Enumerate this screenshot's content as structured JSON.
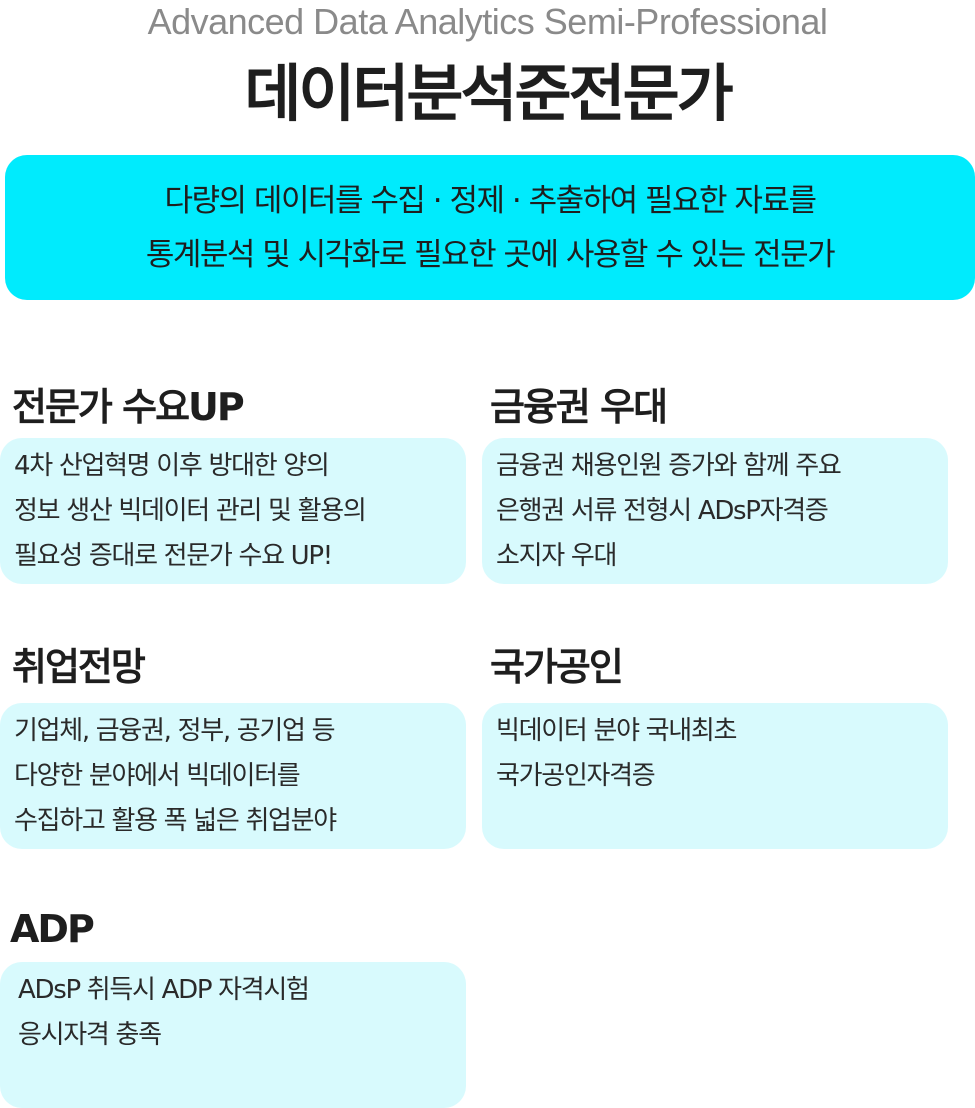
{
  "header": {
    "subtitle": "Advanced Data Analytics Semi-Professional",
    "title": "데이터분석준전문가"
  },
  "banner": {
    "lines": [
      "다량의 데이터를 수집 · 정제 · 추출하여 필요한 자료를",
      "통계분석 및 시각화로 필요한 곳에 사용할 수 있는 전문가"
    ]
  },
  "sections": [
    {
      "heading": "전문가 수요UP",
      "lines": [
        "4차 산업혁명 이후 방대한 양의",
        "정보 생산 빅데이터 관리 및 활용의",
        "필요성 증대로 전문가 수요 UP!"
      ]
    },
    {
      "heading": "금융권 우대",
      "lines": [
        "금융권 채용인원 증가와 함께 주요",
        "은행권 서류 전형시 ADsP자격증",
        "소지자 우대"
      ]
    },
    {
      "heading": "취업전망",
      "lines": [
        "기업체, 금융권, 정부, 공기업 등",
        "다양한 분야에서 빅데이터를",
        "수집하고 활용 폭 넓은 취업분야"
      ]
    },
    {
      "heading": "국가공인",
      "lines": [
        "빅데이터 분야 국내최초",
        "국가공인자격증"
      ]
    },
    {
      "heading": "ADP",
      "lines": [
        "ADsP 취득시 ADP 자격시험",
        "응시자격 충족"
      ]
    }
  ]
}
